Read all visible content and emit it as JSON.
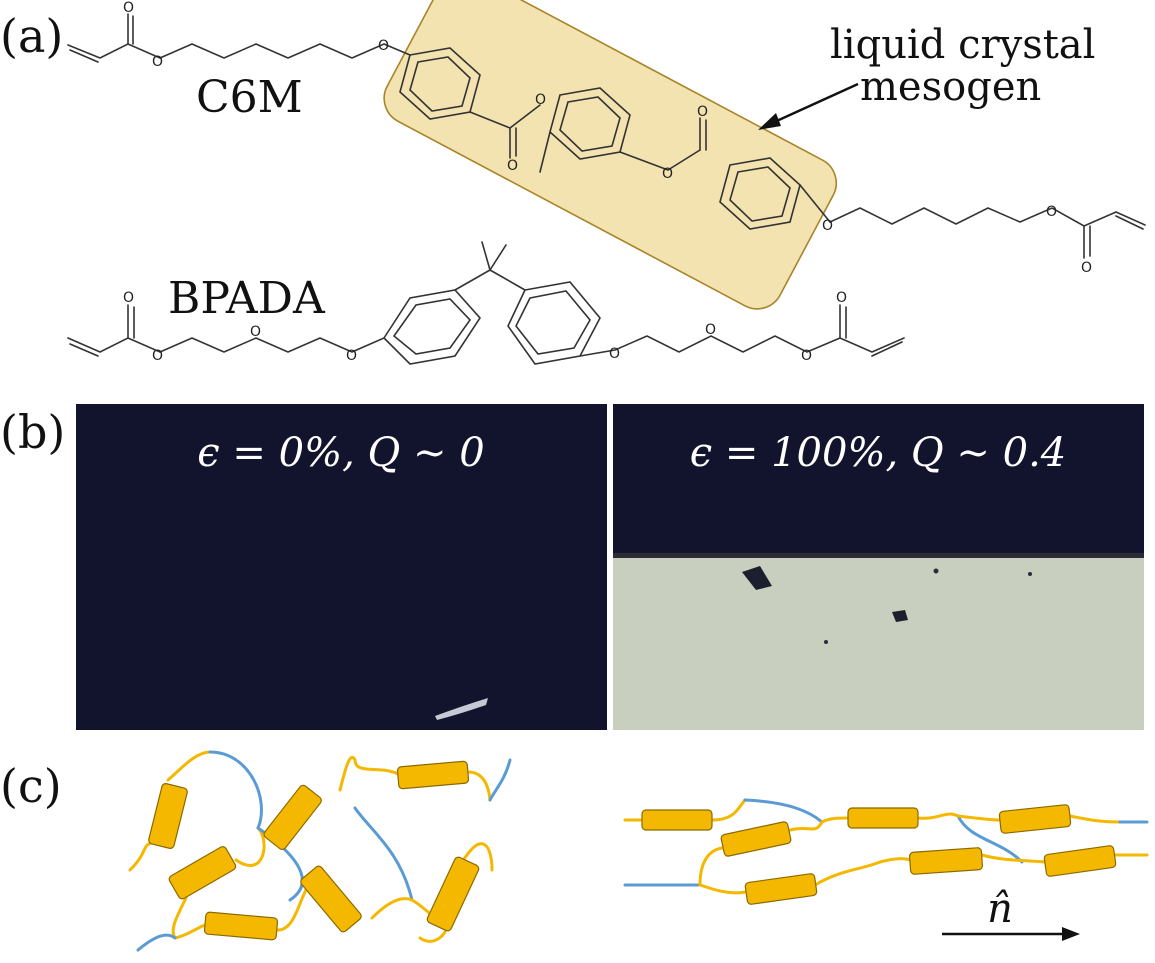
{
  "panels": {
    "a": {
      "label": "(a)"
    },
    "b": {
      "label": "(b)"
    },
    "c": {
      "label": "(c)"
    }
  },
  "molecules": {
    "c6m": {
      "name": "C6M"
    },
    "bpada": {
      "name": "BPADA"
    },
    "oxygen_symbol": "O"
  },
  "annotation": {
    "line1": "liquid crystal",
    "line2": "mesogen",
    "highlight_color": "#f3e3b0"
  },
  "micrographs": {
    "left": {
      "caption": "ϵ = 0%, Q ∼ 0",
      "strain_percent": 0,
      "order_parameter": 0
    },
    "right": {
      "caption": "ϵ = 100%, Q ∼ 0.4",
      "strain_percent": 100,
      "order_parameter": 0.4
    }
  },
  "director": {
    "label": "n̂"
  },
  "colors": {
    "mesogen": "#f5b800",
    "spacer_yellow": "#f5b800",
    "spacer_blue": "#5b9bd5",
    "dark_field": "#11142c",
    "bright_field": "#c9cfbe"
  }
}
